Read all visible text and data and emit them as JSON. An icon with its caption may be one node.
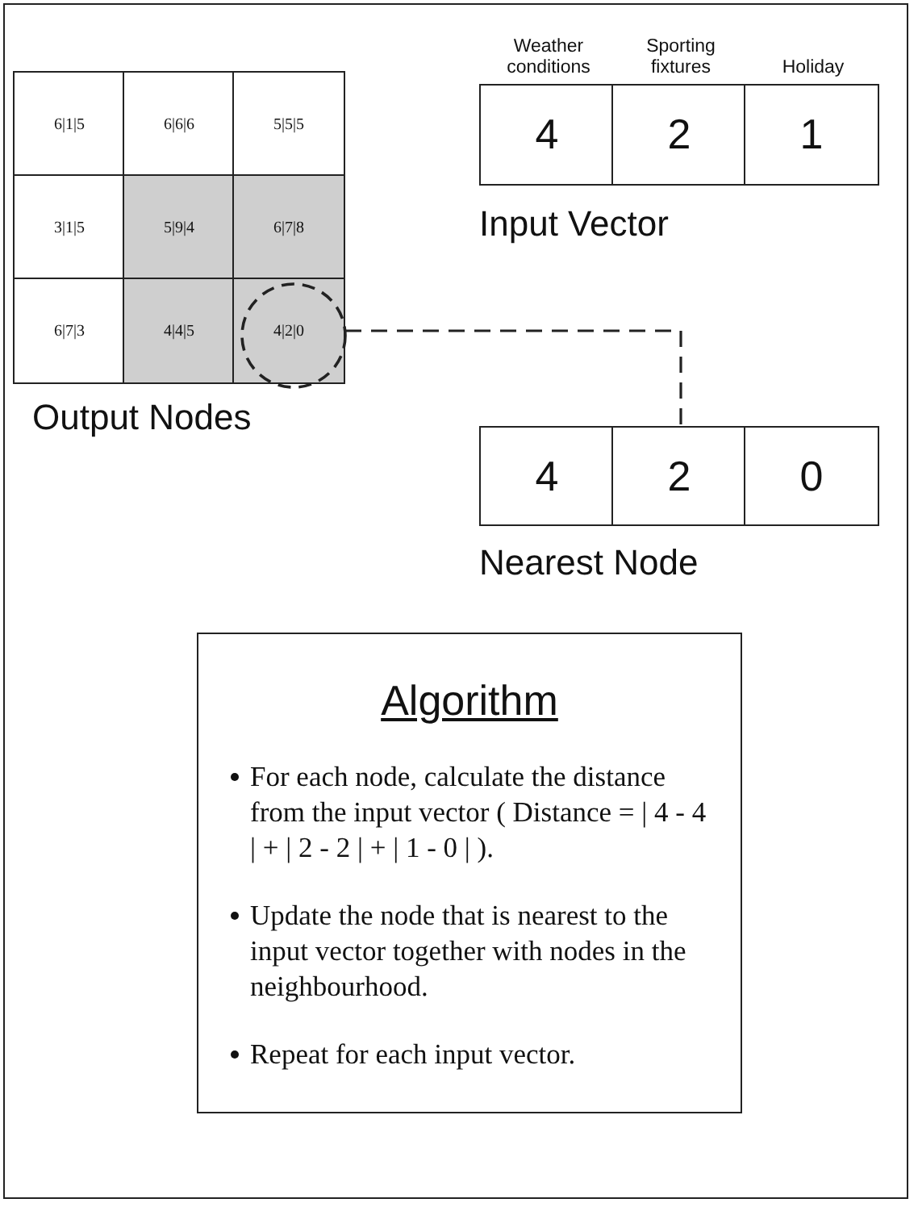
{
  "diagram": {
    "nodes": [
      {
        "text": [
          "Output Nodes"
        ]
      },
      {
        "text": [
          "6|1|5"
        ],
        "in": 0
      },
      {
        "text": [
          "6|6|6"
        ],
        "in": 0
      },
      {
        "text": [
          "5|5|5"
        ],
        "in": 0
      },
      {
        "text": [
          "3|1|5"
        ],
        "in": 0
      },
      {
        "text": [
          "5|9|4"
        ],
        "in": 0
      },
      {
        "text": [
          "6|7|8"
        ],
        "in": 0
      },
      {
        "text": [
          "6|7|3"
        ],
        "in": 0
      },
      {
        "text": [
          "4|4|5"
        ],
        "in": 0
      },
      {
        "text": [
          "4|2|0"
        ],
        "in": 0
      },
      {
        "text": [
          "Input Vector"
        ]
      },
      {
        "text": [
          "4"
        ],
        "in": 10,
        "beside": [
          "Weather conditions"
        ]
      },
      {
        "text": [
          "2"
        ],
        "in": 10,
        "beside": [
          "Sporting fixtures"
        ]
      },
      {
        "text": [
          "1"
        ],
        "in": 10,
        "beside": [
          "Holiday"
        ]
      },
      {
        "text": [
          "Nearest Node"
        ]
      },
      {
        "text": [
          "4"
        ],
        "in": 14
      },
      {
        "text": [
          "2"
        ],
        "in": 14
      },
      {
        "text": [
          "0"
        ],
        "in": 14
      },
      {
        "text": [
          "Algorithm",
          "For each node, calculate the distance from the input vector ( Distance = | 4 - 4 | + | 2 - 2 | + | 1 - 0 | ).",
          "Update the node that is nearest to the input vector together with nodes in the neighbourhood.",
          "Repeat for each input vector."
        ]
      }
    ],
    "edges": [
      {
        "from": 9,
        "to": 14,
        "arrow": "none",
        "style": "dashed"
      }
    ]
  }
}
